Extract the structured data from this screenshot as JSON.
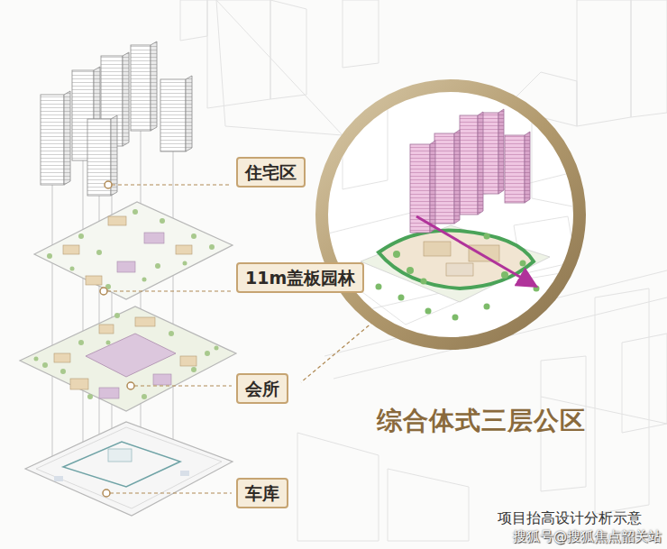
{
  "diagram": {
    "title": "综合体式三层公区",
    "caption": "项目抬高设计分析示意",
    "nodes": [
      {
        "text": [
          "住宅区"
        ]
      },
      {
        "text": [
          "11m盖板园林"
        ]
      },
      {
        "text": [
          "会所"
        ]
      },
      {
        "text": [
          "车库"
        ]
      }
    ],
    "labels": [
      "搜狐号@搜狐焦点韶关站"
    ]
  }
}
